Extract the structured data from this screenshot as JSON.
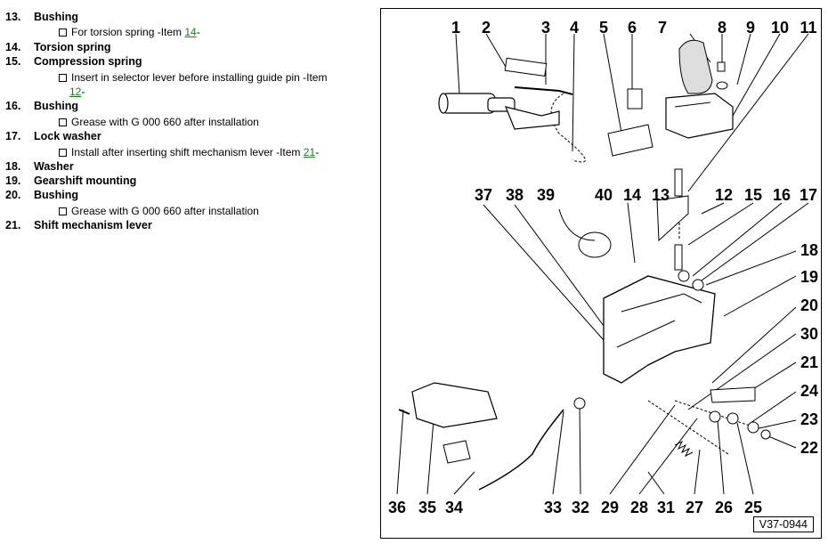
{
  "items": [
    {
      "num": "13.",
      "term": "Bushing",
      "note": {
        "text": "For torsion spring -Item ",
        "link": "14",
        "after": "-"
      }
    },
    {
      "num": "14.",
      "term": "Torsion spring"
    },
    {
      "num": "15.",
      "term": "Compression spring",
      "note": {
        "text": "Insert in selector lever before installing guide pin -Item ",
        "link": "12",
        "after": "-"
      }
    },
    {
      "num": "16.",
      "term": "Bushing",
      "note": {
        "text": "Grease with G 000 660 after installation",
        "link": "",
        "after": ""
      }
    },
    {
      "num": "17.",
      "term": "Lock washer",
      "note": {
        "text": "Install after inserting shift mechanism lever -Item ",
        "link": "21",
        "after": "-"
      }
    },
    {
      "num": "18.",
      "term": "Washer"
    },
    {
      "num": "19.",
      "term": "Gearshift mounting"
    },
    {
      "num": "20.",
      "term": "Bushing",
      "note": {
        "text": "Grease with G 000 660 after installation",
        "link": "",
        "after": ""
      }
    },
    {
      "num": "21.",
      "term": "Shift mechanism lever"
    }
  ],
  "diagram": {
    "reference": "V37-0944",
    "top_callouts": [
      "1",
      "2",
      "3",
      "4",
      "5",
      "6",
      "7",
      "8",
      "9",
      "10",
      "11"
    ],
    "mid_callouts": [
      "37",
      "38",
      "39",
      "40",
      "14",
      "13",
      "12",
      "15",
      "16",
      "17"
    ],
    "right_callouts": [
      "18",
      "19",
      "20",
      "30",
      "21",
      "24",
      "23",
      "22"
    ],
    "bottom_callouts": [
      "36",
      "35",
      "34",
      "33",
      "32",
      "29",
      "28",
      "31",
      "27",
      "26",
      "25"
    ]
  }
}
